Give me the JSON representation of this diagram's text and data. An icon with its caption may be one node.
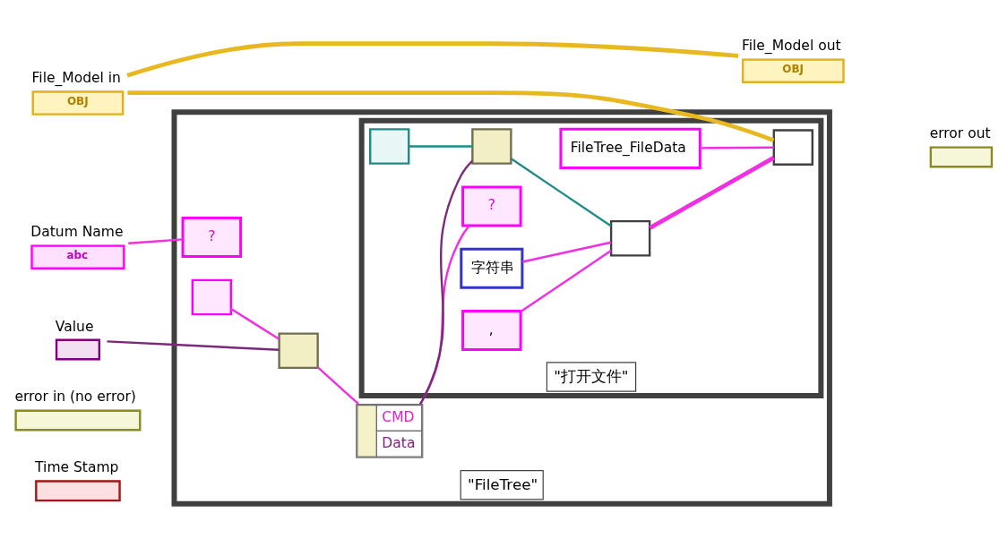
{
  "diagram": {
    "nodes": [
      {
        "text": [
          "File_Model in",
          "OBJ"
        ]
      },
      {
        "text": [
          "File_Model out",
          "OBJ"
        ]
      },
      {
        "text": [
          "\"FileTree\""
        ]
      },
      {
        "text": [
          "Datum Name",
          "abc"
        ]
      },
      {
        "text": [
          "Value"
        ]
      },
      {
        "text": [
          "error in (no error)"
        ]
      },
      {
        "text": [
          "Time Stamp"
        ]
      },
      {
        "text": [
          "?"
        ],
        "in": 2
      },
      {
        "text": [],
        "shape": "box",
        "in": 2
      },
      {
        "text": [],
        "shape": "box",
        "in": 2
      },
      {
        "text": [
          "CMD",
          "Data"
        ],
        "in": 2
      },
      {
        "text": [
          "\"打开文件\""
        ],
        "in": 2
      },
      {
        "text": [
          "?"
        ],
        "in": 11
      },
      {
        "text": [],
        "shape": "box",
        "in": 11
      },
      {
        "text": [],
        "shape": "box",
        "in": 11
      },
      {
        "text": [
          "FileTree_FileData"
        ],
        "in": 11
      },
      {
        "text": [],
        "shape": "box",
        "in": 11
      },
      {
        "text": [],
        "shape": "box",
        "in": 11
      },
      {
        "text": [
          "字符串"
        ],
        "in": 11
      },
      {
        "text": [
          ","
        ],
        "in": 11
      },
      {
        "text": [
          "error out"
        ]
      }
    ],
    "edges": [
      {
        "from": 0,
        "to": 1,
        "arrow": "none",
        "style": "thick",
        "color": "#e8b820"
      },
      {
        "from": 0,
        "to": 16,
        "arrow": "none",
        "style": "thick",
        "color": "#e8b820"
      },
      {
        "from": 3,
        "to": 7,
        "arrow": "none"
      },
      {
        "from": 4,
        "to": 9,
        "arrow": "none",
        "color": "#7b2a7b"
      },
      {
        "from": 8,
        "to": 9,
        "arrow": "none"
      },
      {
        "from": 9,
        "to": 10,
        "arrow": "none"
      },
      {
        "from": 10,
        "to": 12,
        "arrow": "none"
      },
      {
        "from": 10,
        "to": 14,
        "arrow": "none",
        "color": "#7b2a7b"
      },
      {
        "from": 13,
        "to": 14,
        "arrow": "none",
        "color": "#1f8a8a"
      },
      {
        "from": 14,
        "to": 17,
        "arrow": "none",
        "color": "#1f8a8a"
      },
      {
        "from": 18,
        "to": 17,
        "arrow": "none"
      },
      {
        "from": 19,
        "to": 17,
        "arrow": "none"
      },
      {
        "from": 17,
        "to": 16,
        "arrow": "none",
        "style": "thick"
      },
      {
        "from": 15,
        "to": 16,
        "arrow": "none"
      }
    ]
  }
}
